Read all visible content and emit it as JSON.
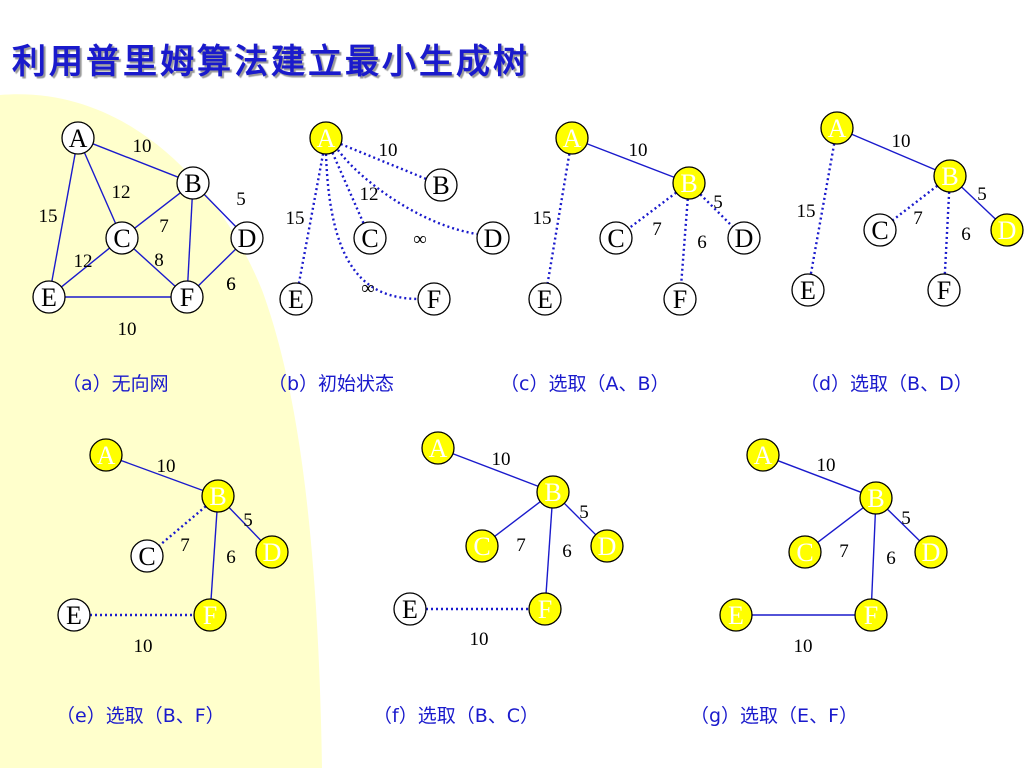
{
  "title": "利用普里姆算法建立最小生成树",
  "colors": {
    "title": "#1a1acc",
    "caption": "#1a1acc",
    "background_shape": "#ffffcc",
    "node_active_fill": "#ffffff",
    "node_selected_fill": "#ffff00",
    "node_selected_text": "#ffffff",
    "edge": "#1a1acc",
    "edge_label": "#000000"
  },
  "panels": [
    {
      "caption": "（a）无向网",
      "nodes": [
        {
          "label": "A",
          "style": "active"
        },
        {
          "label": "B",
          "style": "active"
        },
        {
          "label": "C",
          "style": "active"
        },
        {
          "label": "D",
          "style": "active"
        },
        {
          "label": "E",
          "style": "active"
        },
        {
          "label": "F",
          "style": "active"
        }
      ],
      "edges": [
        {
          "from": "A",
          "to": "B",
          "weight": "10",
          "style": "solid"
        },
        {
          "from": "A",
          "to": "C",
          "weight": "12",
          "style": "solid"
        },
        {
          "from": "A",
          "to": "E",
          "weight": "15",
          "style": "solid"
        },
        {
          "from": "B",
          "to": "C",
          "weight": "7",
          "style": "solid"
        },
        {
          "from": "B",
          "to": "D",
          "weight": "5",
          "style": "solid"
        },
        {
          "from": "B",
          "to": "F",
          "weight": "6",
          "style": "solid"
        },
        {
          "from": "C",
          "to": "E",
          "weight": "12",
          "style": "solid"
        },
        {
          "from": "C",
          "to": "F",
          "weight": "8",
          "style": "solid"
        },
        {
          "from": "D",
          "to": "F",
          "weight": "6",
          "style": "solid"
        },
        {
          "from": "E",
          "to": "F",
          "weight": "10",
          "style": "solid"
        }
      ]
    },
    {
      "caption": "（b）初始状态",
      "nodes": [
        {
          "label": "A",
          "style": "selected"
        },
        {
          "label": "B",
          "style": "active"
        },
        {
          "label": "C",
          "style": "active"
        },
        {
          "label": "D",
          "style": "active"
        },
        {
          "label": "E",
          "style": "active"
        },
        {
          "label": "F",
          "style": "active"
        }
      ],
      "edges": [
        {
          "from": "A",
          "to": "B",
          "weight": "10",
          "style": "dotted"
        },
        {
          "from": "A",
          "to": "C",
          "weight": "12",
          "style": "dotted"
        },
        {
          "from": "A",
          "to": "D",
          "weight": "∞",
          "style": "dotted"
        },
        {
          "from": "A",
          "to": "E",
          "weight": "15",
          "style": "dotted"
        },
        {
          "from": "A",
          "to": "F",
          "weight": "∞",
          "style": "dotted"
        }
      ]
    },
    {
      "caption": "（c）选取（A、B）",
      "nodes": [
        {
          "label": "A",
          "style": "selected"
        },
        {
          "label": "B",
          "style": "selected"
        },
        {
          "label": "C",
          "style": "active"
        },
        {
          "label": "D",
          "style": "active"
        },
        {
          "label": "E",
          "style": "active"
        },
        {
          "label": "F",
          "style": "active"
        }
      ],
      "edges": [
        {
          "from": "A",
          "to": "B",
          "weight": "10",
          "style": "solid"
        },
        {
          "from": "A",
          "to": "E",
          "weight": "15",
          "style": "dotted"
        },
        {
          "from": "B",
          "to": "C",
          "weight": "7",
          "style": "dotted"
        },
        {
          "from": "B",
          "to": "D",
          "weight": "5",
          "style": "dotted"
        },
        {
          "from": "B",
          "to": "F",
          "weight": "6",
          "style": "dotted"
        }
      ]
    },
    {
      "caption": "（d）选取（B、D）",
      "nodes": [
        {
          "label": "A",
          "style": "selected"
        },
        {
          "label": "B",
          "style": "selected"
        },
        {
          "label": "C",
          "style": "active"
        },
        {
          "label": "D",
          "style": "selected"
        },
        {
          "label": "E",
          "style": "active"
        },
        {
          "label": "F",
          "style": "active"
        }
      ],
      "edges": [
        {
          "from": "A",
          "to": "B",
          "weight": "10",
          "style": "solid"
        },
        {
          "from": "A",
          "to": "E",
          "weight": "15",
          "style": "dotted"
        },
        {
          "from": "B",
          "to": "C",
          "weight": "7",
          "style": "dotted"
        },
        {
          "from": "B",
          "to": "D",
          "weight": "5",
          "style": "solid"
        },
        {
          "from": "B",
          "to": "F",
          "weight": "6",
          "style": "dotted"
        }
      ]
    },
    {
      "caption": "（e）选取（B、F）",
      "nodes": [
        {
          "label": "A",
          "style": "selected"
        },
        {
          "label": "B",
          "style": "selected"
        },
        {
          "label": "C",
          "style": "active"
        },
        {
          "label": "D",
          "style": "selected"
        },
        {
          "label": "E",
          "style": "active"
        },
        {
          "label": "F",
          "style": "selected"
        }
      ],
      "edges": [
        {
          "from": "A",
          "to": "B",
          "weight": "10",
          "style": "solid"
        },
        {
          "from": "B",
          "to": "C",
          "weight": "7",
          "style": "dotted"
        },
        {
          "from": "B",
          "to": "D",
          "weight": "5",
          "style": "solid"
        },
        {
          "from": "B",
          "to": "F",
          "weight": "6",
          "style": "solid"
        },
        {
          "from": "E",
          "to": "F",
          "weight": "10",
          "style": "dotted"
        }
      ]
    },
    {
      "caption": "（f）选取（B、C）",
      "nodes": [
        {
          "label": "A",
          "style": "selected"
        },
        {
          "label": "B",
          "style": "selected"
        },
        {
          "label": "C",
          "style": "selected"
        },
        {
          "label": "D",
          "style": "selected"
        },
        {
          "label": "E",
          "style": "active"
        },
        {
          "label": "F",
          "style": "selected"
        }
      ],
      "edges": [
        {
          "from": "A",
          "to": "B",
          "weight": "10",
          "style": "solid"
        },
        {
          "from": "B",
          "to": "C",
          "weight": "7",
          "style": "solid"
        },
        {
          "from": "B",
          "to": "D",
          "weight": "5",
          "style": "solid"
        },
        {
          "from": "B",
          "to": "F",
          "weight": "6",
          "style": "solid"
        },
        {
          "from": "E",
          "to": "F",
          "weight": "10",
          "style": "dotted"
        }
      ]
    },
    {
      "caption": "（g）选取（E、F）",
      "nodes": [
        {
          "label": "A",
          "style": "selected"
        },
        {
          "label": "B",
          "style": "selected"
        },
        {
          "label": "C",
          "style": "selected"
        },
        {
          "label": "D",
          "style": "selected"
        },
        {
          "label": "E",
          "style": "selected"
        },
        {
          "label": "F",
          "style": "selected"
        }
      ],
      "edges": [
        {
          "from": "A",
          "to": "B",
          "weight": "10",
          "style": "solid"
        },
        {
          "from": "B",
          "to": "C",
          "weight": "7",
          "style": "solid"
        },
        {
          "from": "B",
          "to": "D",
          "weight": "5",
          "style": "solid"
        },
        {
          "from": "B",
          "to": "F",
          "weight": "6",
          "style": "solid"
        },
        {
          "from": "E",
          "to": "F",
          "weight": "10",
          "style": "solid"
        }
      ]
    }
  ]
}
